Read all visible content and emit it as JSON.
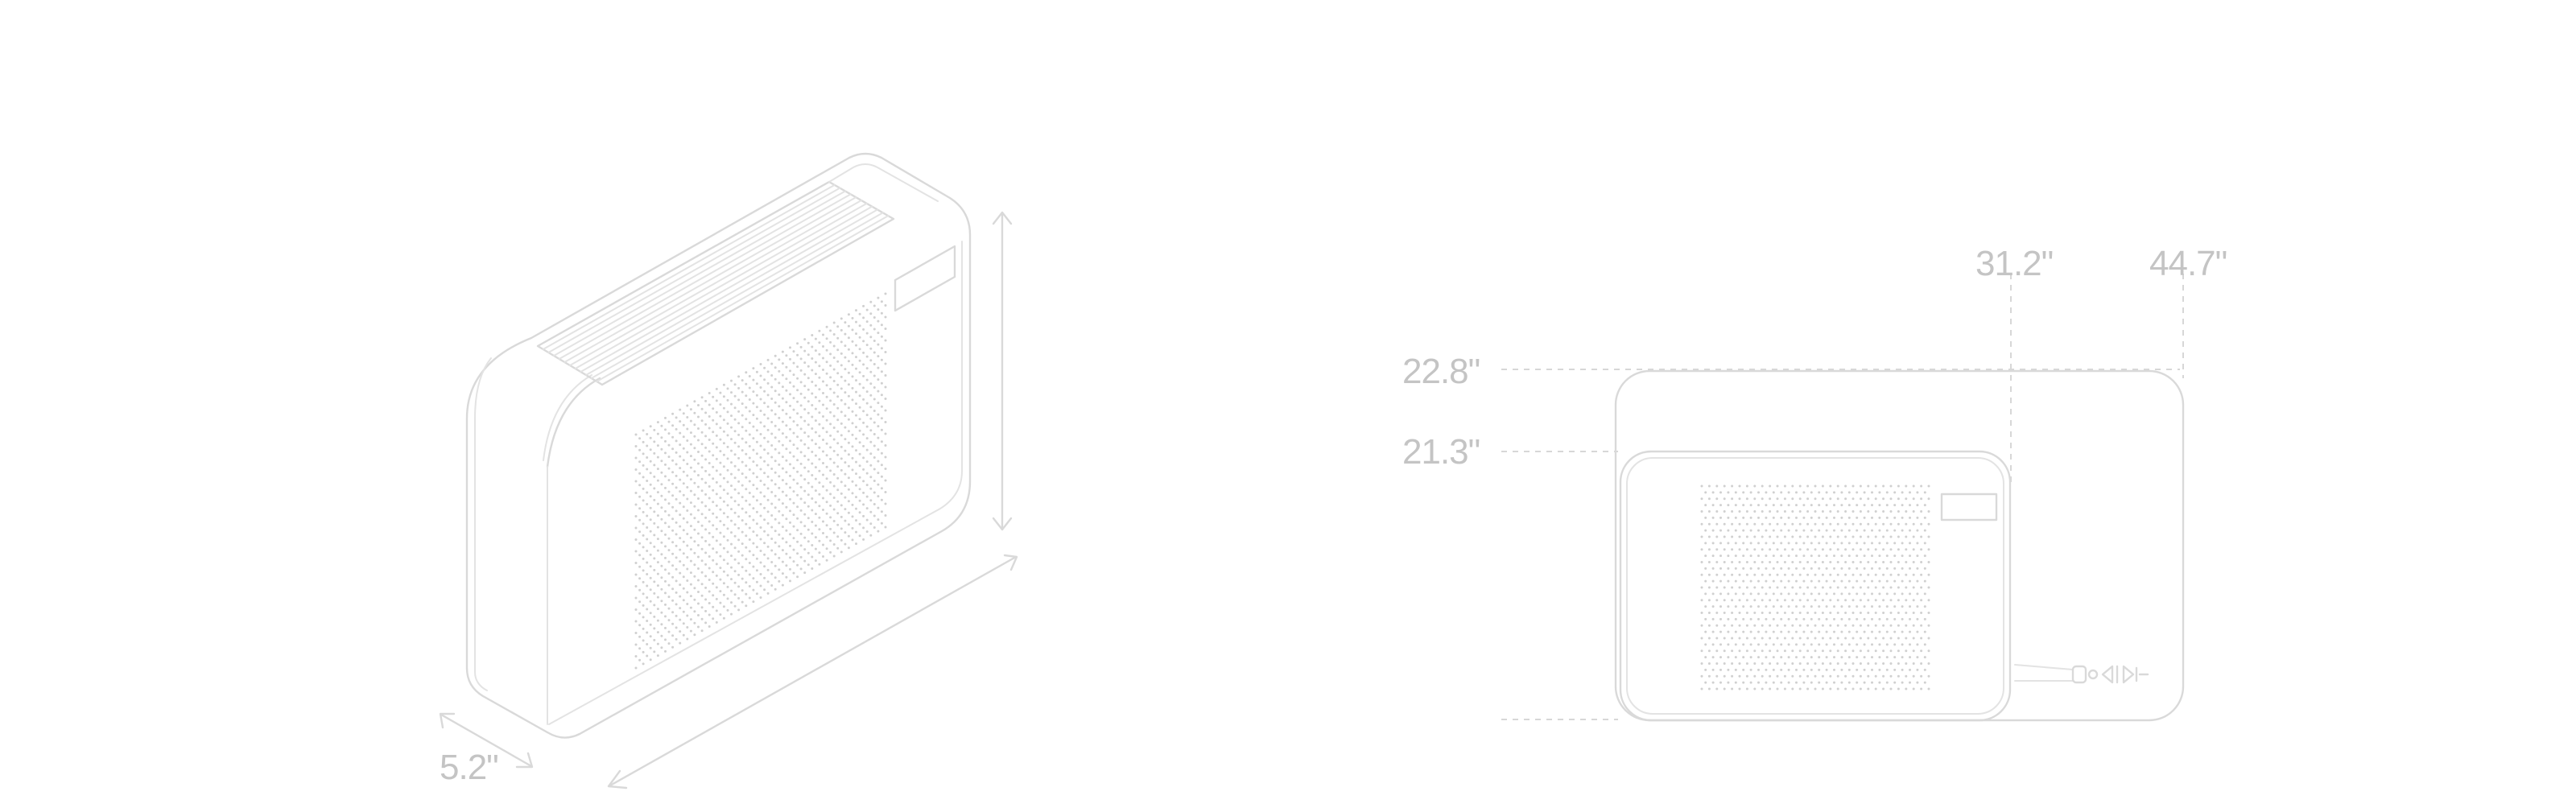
{
  "dimensions": {
    "depth": "5.2\"",
    "height_outer": "22.8\"",
    "height_inner": "21.3\"",
    "width_inner": "31.2\"",
    "width_outer": "44.7\""
  }
}
